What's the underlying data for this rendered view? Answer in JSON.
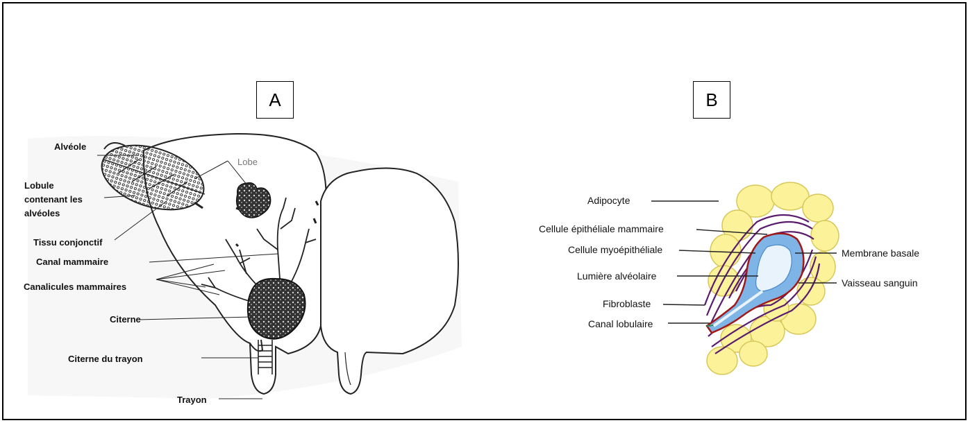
{
  "panels": {
    "a": {
      "letter": "A"
    },
    "b": {
      "letter": "B"
    }
  },
  "diagram_a": {
    "labels": {
      "alveole": "Alvéole",
      "lobule_1": "Lobule",
      "lobule_2": "contenant les",
      "lobule_3": "alvéoles",
      "tissu": "Tissu conjonctif",
      "canal": "Canal mammaire",
      "canalicules": "Canalicules mammaires",
      "citerne": "Citerne",
      "citerne_trayon": "Citerne du trayon",
      "trayon": "Trayon",
      "lobe": "Lobe"
    }
  },
  "diagram_b": {
    "labels": {
      "adipocyte": "Adipocyte",
      "cellule_epi": "Cellule épithéliale mammaire",
      "cellule_myo": "Cellule myoépithéliale",
      "lumiere": "Lumière alvéolaire",
      "fibroblaste": "Fibroblaste",
      "canal_lob": "Canal lobulaire",
      "membrane": "Membrane basale",
      "vaisseau": "Vaisseau sanguin"
    }
  }
}
